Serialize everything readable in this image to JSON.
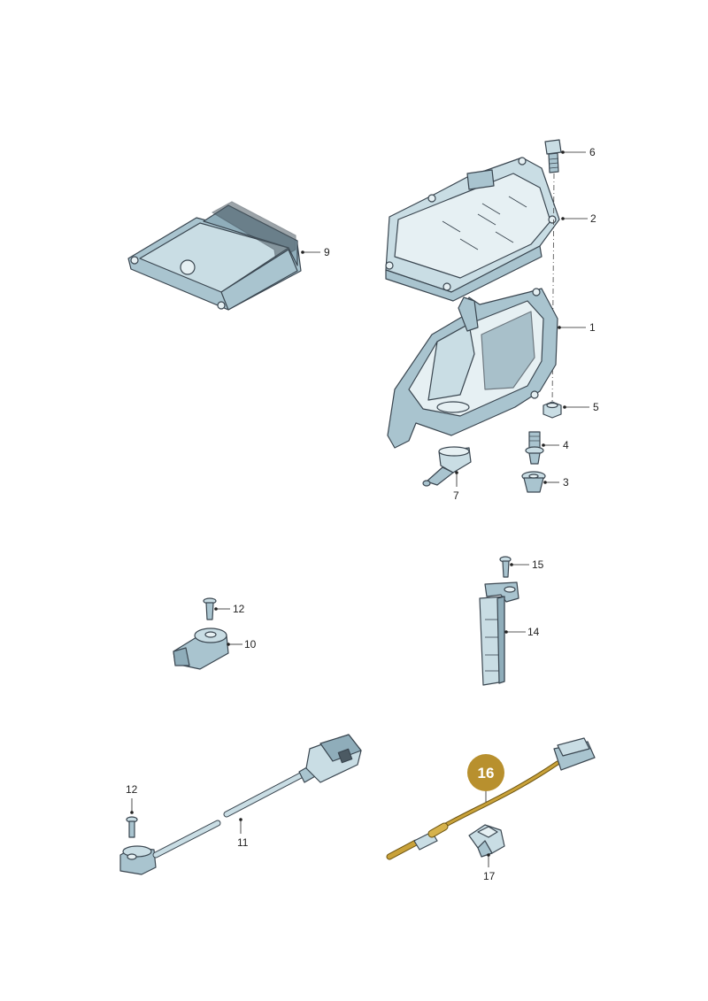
{
  "callouts": {
    "p1": "1",
    "p2": "2",
    "p3": "3",
    "p4": "4",
    "p5": "5",
    "p6": "6",
    "p7": "7",
    "p9": "9",
    "p10": "10",
    "p11": "11",
    "p12a": "12",
    "p12b": "12",
    "p14": "14",
    "p15": "15",
    "p16": "16",
    "p17": "17"
  },
  "colors": {
    "highlight_badge": "#b8902e",
    "part_fill": "#c9dde4",
    "outline": "#3a4650"
  }
}
